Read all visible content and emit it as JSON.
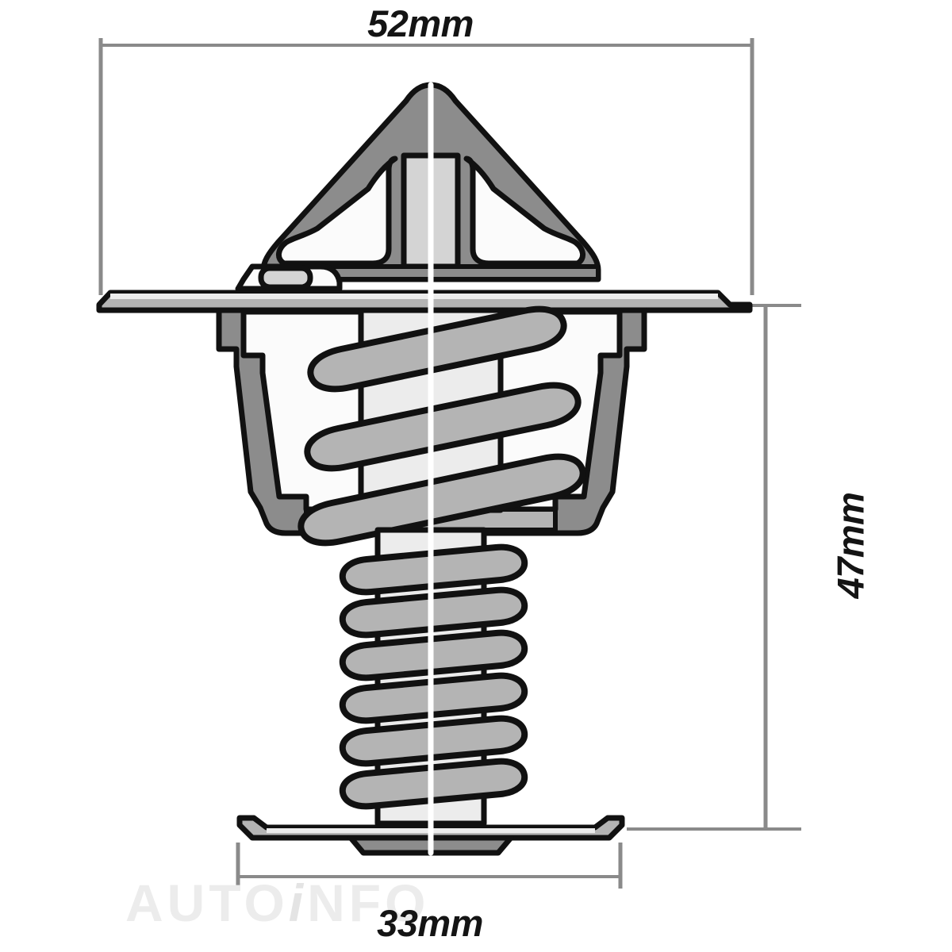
{
  "drawing": {
    "subject": "automotive thermostat cross-section",
    "view": "sectional elevation",
    "background_color": "#ffffff",
    "line_color": "#111111",
    "dimension_line_color": "#8a8a8a",
    "centerline_color": "#ffffff",
    "fill_dark_gray": "#8c8c8c",
    "fill_mid_gray": "#b4b4b4",
    "fill_light_gray": "#d4d4d4",
    "fill_pale_gray": "#ececec",
    "fill_white": "#fbfbfb"
  },
  "dimensions": {
    "width_top": {
      "label": "52mm",
      "value": 52,
      "unit": "mm",
      "orientation": "horizontal",
      "position": "top"
    },
    "height_right": {
      "label": "47mm",
      "value": 47,
      "unit": "mm",
      "orientation": "vertical",
      "position": "right"
    },
    "width_bottom": {
      "label": "33mm",
      "value": 33,
      "unit": "mm",
      "orientation": "horizontal",
      "position": "bottom"
    }
  },
  "watermark": {
    "text_before": "AUTO",
    "text_accent": "i",
    "text_after": "NFO",
    "full_text": "AUTOiNFO",
    "color": "#ececec"
  },
  "parts": {
    "top_bridge": "triangular-frame",
    "flange": "mounting-flange",
    "jiggle_pin": "jiggle-bleed-valve",
    "housing": "conical-body",
    "main_spring": "upper-coil-spring",
    "piston": "wax-element-piston",
    "lower_spring": "lower-coil-spring",
    "valve_plate": "bottom-valve-disc",
    "centerline": "vertical-section-centerline"
  }
}
